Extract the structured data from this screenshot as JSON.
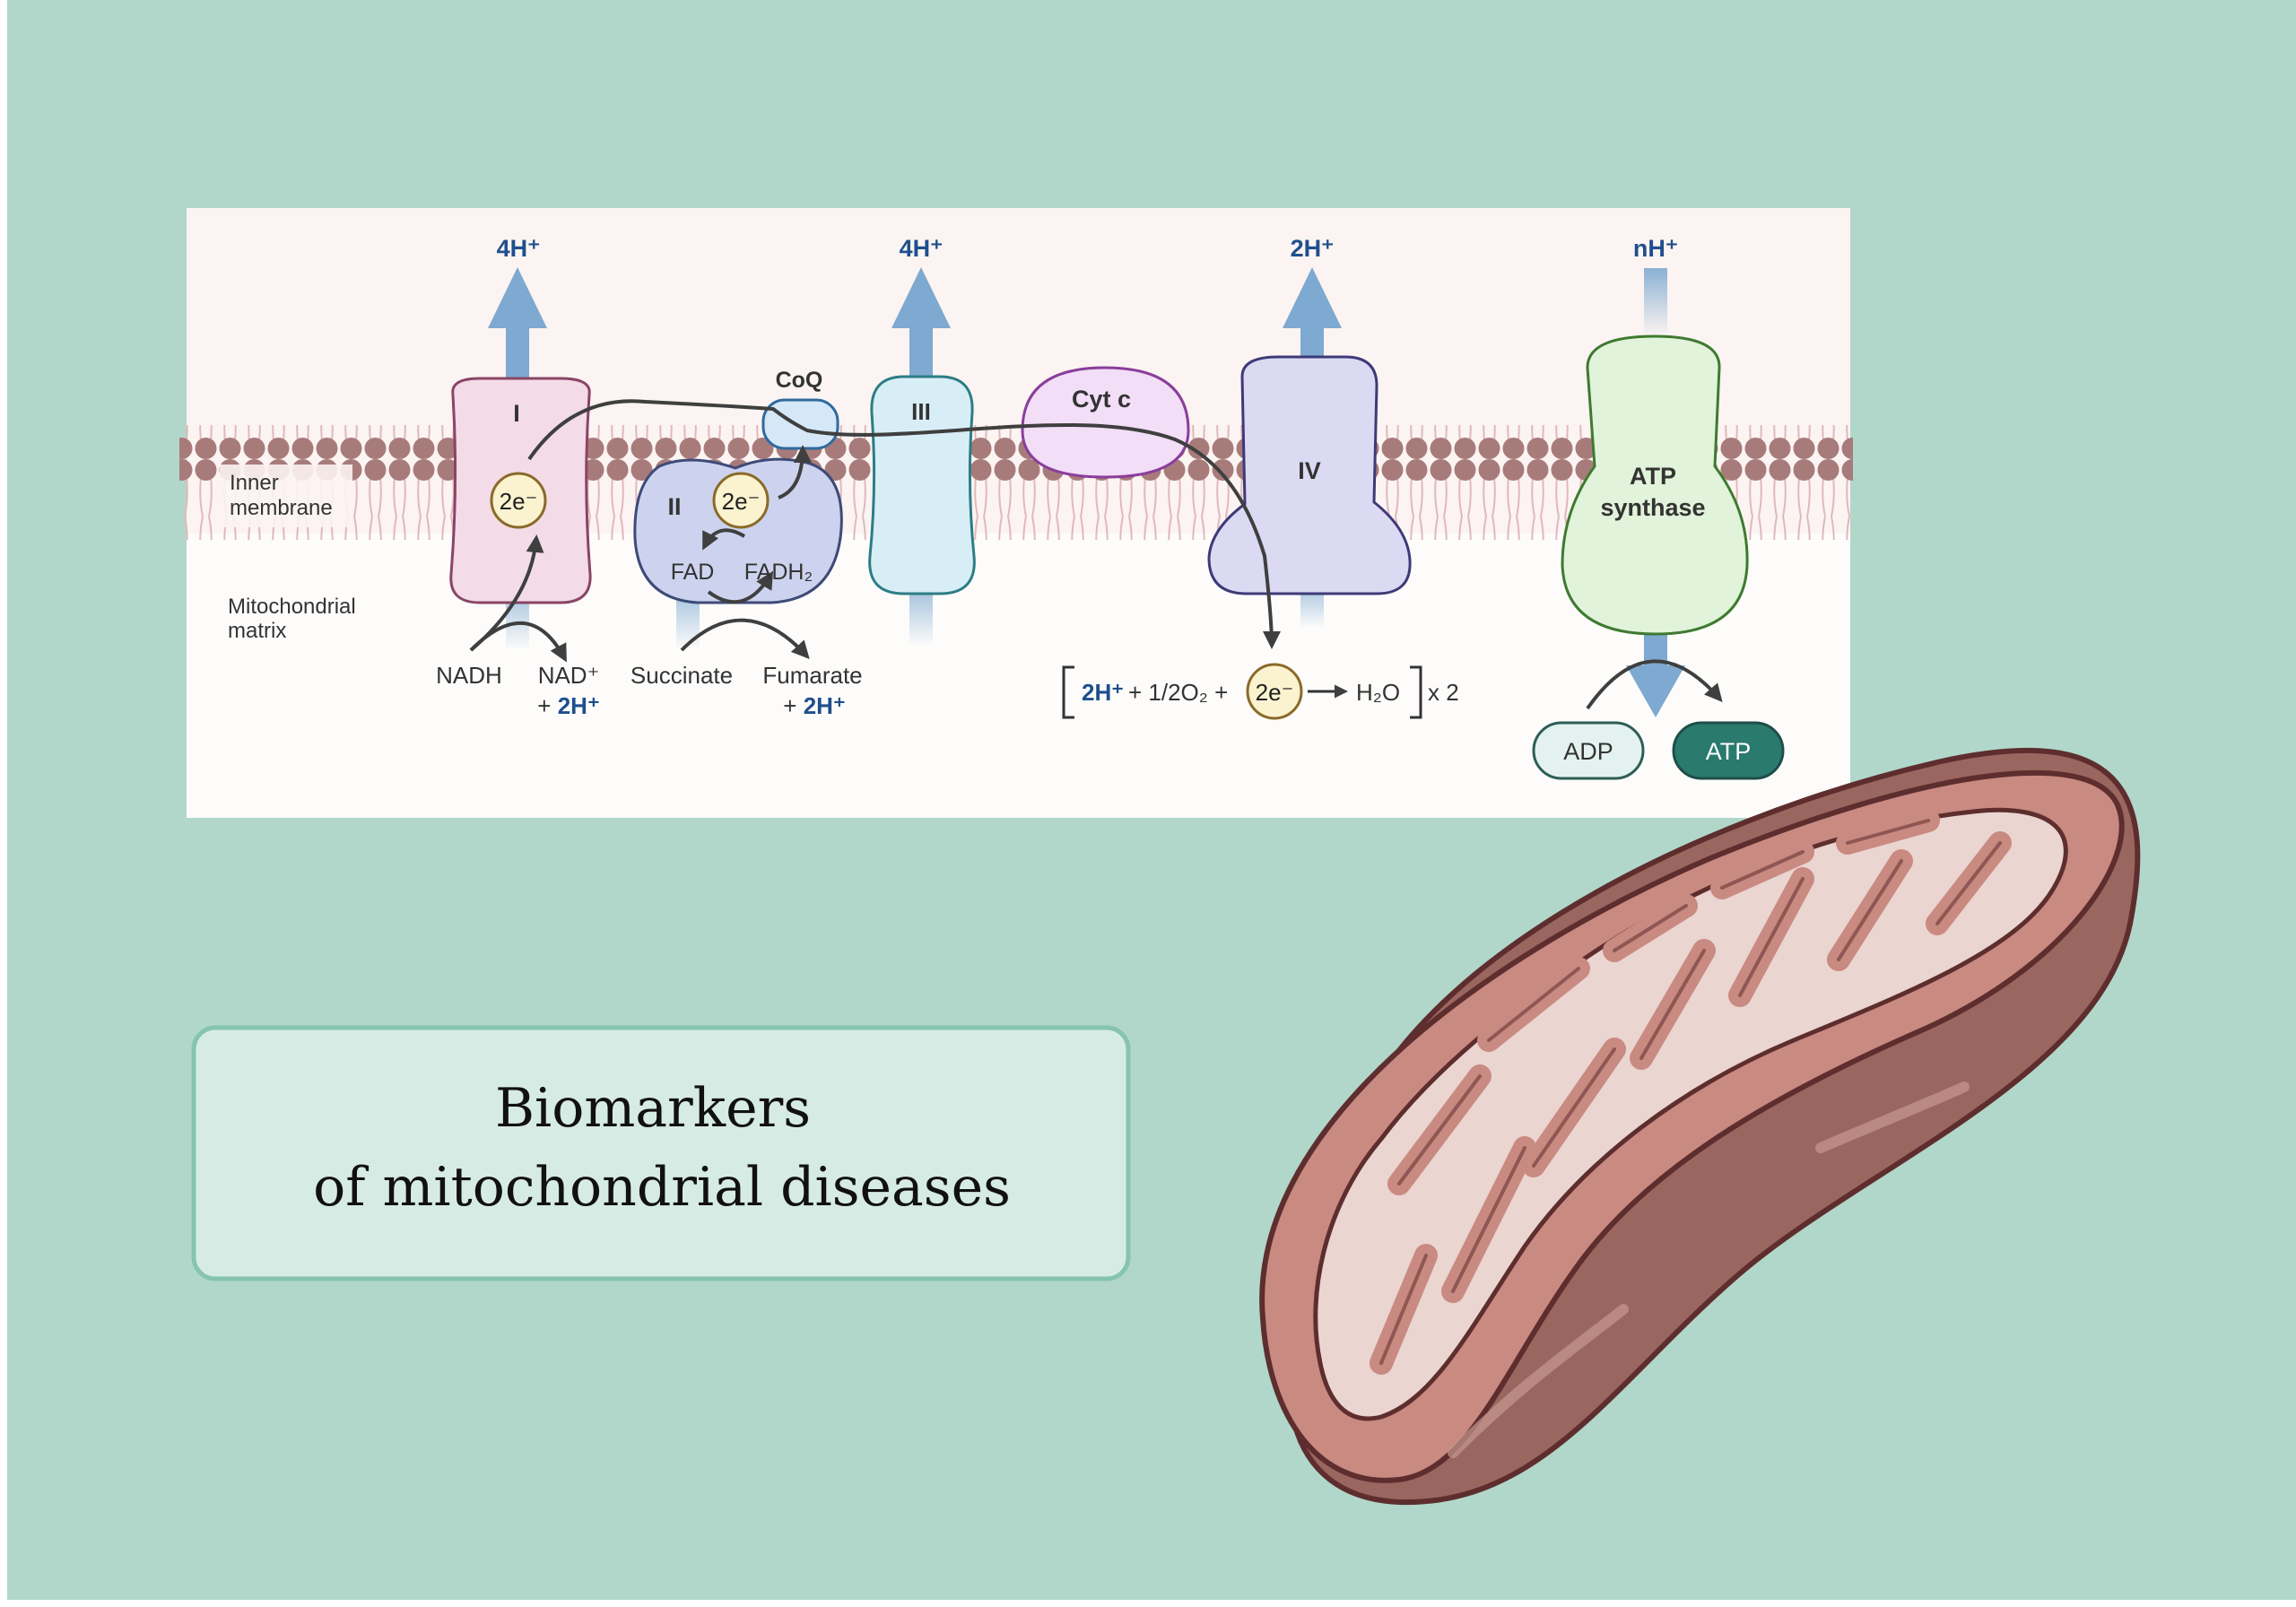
{
  "colors": {
    "background": "#b1d7ca",
    "panel": "#fbf4f2",
    "matrix": "#fdfcfb",
    "lipid": "#a87b7b",
    "proton_arrow": "#7ea9d0",
    "proton_text": "#1f4f8c",
    "electron_fill": "#fbf3cf",
    "complex_I": "#f3dbe7",
    "complex_II": "#cdd3ee",
    "coq": "#d6e8f7",
    "complex_III": "#d8eef7",
    "cyt_c": "#f2def7",
    "complex_IV": "#dcdaf3",
    "atp_synthase": "#e1f3da",
    "title_box": "#d7ebe5",
    "mito_outer": "#c98a82",
    "mito_side": "#9a6660",
    "mito_inner": "#ead5d0",
    "mito_stroke": "#5e2e2e"
  },
  "protons": {
    "complex_I": "4H⁺",
    "complex_III": "4H⁺",
    "complex_IV": "2H⁺",
    "atp_synthase": "nH⁺"
  },
  "complexes": {
    "I": "I",
    "II": "II",
    "coq": "CoQ",
    "III": "III",
    "cyt_c": "Cyt c",
    "IV": "IV",
    "atp_line1": "ATP",
    "atp_line2": "synthase"
  },
  "electrons": "2e⁻",
  "labels": {
    "inner_membrane_1": "Inner",
    "inner_membrane_2": "membrane",
    "matrix_1": "Mitochondrial",
    "matrix_2": "matrix"
  },
  "substrates": {
    "nadh": "NADH",
    "nad": "NAD⁺",
    "nad_plus": "+ ",
    "nad_h": "2H⁺",
    "fad": "FAD",
    "fadh2": "FADH₂",
    "succinate": "Succinate",
    "fumarate": "Fumarate",
    "fum_plus": "+ ",
    "fum_h": "2H⁺"
  },
  "reaction": {
    "h": "2H⁺",
    "o2": "+ 1/2O₂ +",
    "water": "H₂O",
    "times": "x 2"
  },
  "atp": {
    "adp": "ADP",
    "atp": "ATP"
  },
  "title": {
    "line1": "Biomarkers",
    "line2": "of mitochondrial diseases"
  }
}
